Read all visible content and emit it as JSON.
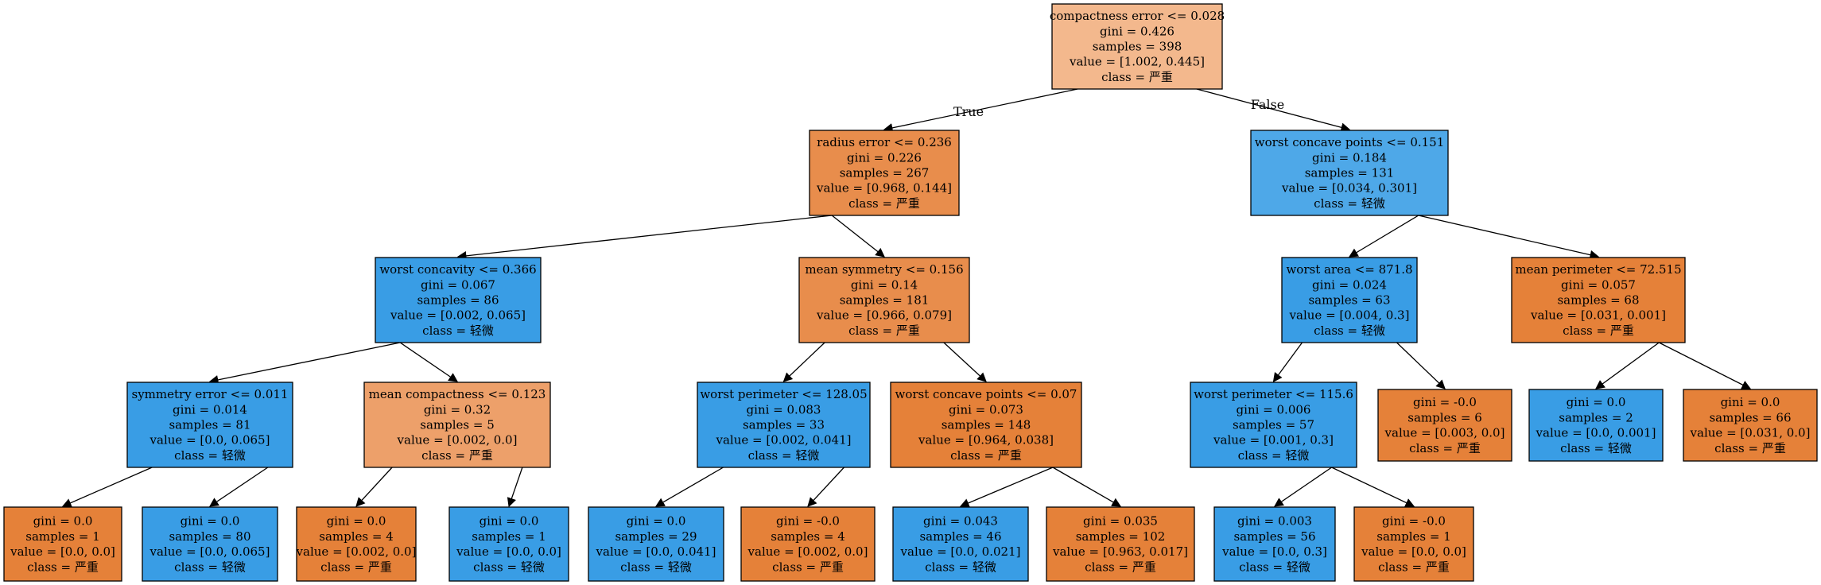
{
  "colors": {
    "orange_strong": "#e58139",
    "orange_mid": "#e88d4c",
    "orange_light": "#eda06a",
    "orange_pale": "#f3b88d",
    "blue_strong": "#399de5",
    "blue_mid": "#4ea8e8",
    "border": "#000000"
  },
  "edge_labels": {
    "true_label": "True",
    "false_label": "False"
  },
  "nodes": [
    {
      "id": "n0",
      "color": "orange_pale",
      "lines": [
        "compactness error <= 0.028",
        "gini = 0.426",
        "samples = 398",
        "value = [1.002, 0.445]",
        "class = 严重"
      ]
    },
    {
      "id": "n1",
      "color": "orange_mid",
      "lines": [
        "radius error <= 0.236",
        "gini = 0.226",
        "samples = 267",
        "value = [0.968, 0.144]",
        "class = 严重"
      ]
    },
    {
      "id": "n2",
      "color": "blue_mid",
      "lines": [
        "worst concave points <= 0.151",
        "gini = 0.184",
        "samples = 131",
        "value = [0.034, 0.301]",
        "class = 轻微"
      ]
    },
    {
      "id": "n3",
      "color": "blue_strong",
      "lines": [
        "worst concavity <= 0.366",
        "gini = 0.067",
        "samples = 86",
        "value = [0.002, 0.065]",
        "class = 轻微"
      ]
    },
    {
      "id": "n4",
      "color": "orange_mid",
      "lines": [
        "mean symmetry <= 0.156",
        "gini = 0.14",
        "samples = 181",
        "value = [0.966, 0.079]",
        "class = 严重"
      ]
    },
    {
      "id": "n5",
      "color": "blue_strong",
      "lines": [
        "worst area <= 871.8",
        "gini = 0.024",
        "samples = 63",
        "value = [0.004, 0.3]",
        "class = 轻微"
      ]
    },
    {
      "id": "n6",
      "color": "orange_strong",
      "lines": [
        "mean perimeter <= 72.515",
        "gini = 0.057",
        "samples = 68",
        "value = [0.031, 0.001]",
        "class = 严重"
      ]
    },
    {
      "id": "n7",
      "color": "blue_strong",
      "lines": [
        "symmetry error <= 0.011",
        "gini = 0.014",
        "samples = 81",
        "value = [0.0, 0.065]",
        "class = 轻微"
      ]
    },
    {
      "id": "n8",
      "color": "orange_light",
      "lines": [
        "mean compactness <= 0.123",
        "gini = 0.32",
        "samples = 5",
        "value = [0.002, 0.0]",
        "class = 严重"
      ]
    },
    {
      "id": "n9",
      "color": "blue_strong",
      "lines": [
        "worst perimeter <= 128.05",
        "gini = 0.083",
        "samples = 33",
        "value = [0.002, 0.041]",
        "class = 轻微"
      ]
    },
    {
      "id": "n10",
      "color": "orange_strong",
      "lines": [
        "worst concave points <= 0.07",
        "gini = 0.073",
        "samples = 148",
        "value = [0.964, 0.038]",
        "class = 严重"
      ]
    },
    {
      "id": "n11",
      "color": "blue_strong",
      "lines": [
        "worst perimeter <= 115.6",
        "gini = 0.006",
        "samples = 57",
        "value = [0.001, 0.3]",
        "class = 轻微"
      ]
    },
    {
      "id": "n12",
      "color": "orange_strong",
      "lines": [
        "gini = -0.0",
        "samples = 6",
        "value = [0.003, 0.0]",
        "class = 严重"
      ]
    },
    {
      "id": "n13",
      "color": "blue_strong",
      "lines": [
        "gini = 0.0",
        "samples = 2",
        "value = [0.0, 0.001]",
        "class = 轻微"
      ]
    },
    {
      "id": "n14",
      "color": "orange_strong",
      "lines": [
        "gini = 0.0",
        "samples = 66",
        "value = [0.031, 0.0]",
        "class = 严重"
      ]
    },
    {
      "id": "n15",
      "color": "orange_strong",
      "lines": [
        "gini = 0.0",
        "samples = 1",
        "value = [0.0, 0.0]",
        "class = 严重"
      ]
    },
    {
      "id": "n16",
      "color": "blue_strong",
      "lines": [
        "gini = 0.0",
        "samples = 80",
        "value = [0.0, 0.065]",
        "class = 轻微"
      ]
    },
    {
      "id": "n17",
      "color": "orange_strong",
      "lines": [
        "gini = 0.0",
        "samples = 4",
        "value = [0.002, 0.0]",
        "class = 严重"
      ]
    },
    {
      "id": "n18",
      "color": "blue_strong",
      "lines": [
        "gini = 0.0",
        "samples = 1",
        "value = [0.0, 0.0]",
        "class = 轻微"
      ]
    },
    {
      "id": "n19",
      "color": "blue_strong",
      "lines": [
        "gini = 0.0",
        "samples = 29",
        "value = [0.0, 0.041]",
        "class = 轻微"
      ]
    },
    {
      "id": "n20",
      "color": "orange_strong",
      "lines": [
        "gini = -0.0",
        "samples = 4",
        "value = [0.002, 0.0]",
        "class = 严重"
      ]
    },
    {
      "id": "n21",
      "color": "blue_strong",
      "lines": [
        "gini = 0.043",
        "samples = 46",
        "value = [0.0, 0.021]",
        "class = 轻微"
      ]
    },
    {
      "id": "n22",
      "color": "orange_strong",
      "lines": [
        "gini = 0.035",
        "samples = 102",
        "value = [0.963, 0.017]",
        "class = 严重"
      ]
    },
    {
      "id": "n23",
      "color": "blue_strong",
      "lines": [
        "gini = 0.003",
        "samples = 56",
        "value = [0.0, 0.3]",
        "class = 轻微"
      ]
    },
    {
      "id": "n24",
      "color": "orange_strong",
      "lines": [
        "gini = -0.0",
        "samples = 1",
        "value = [0.0, 0.0]",
        "class = 严重"
      ]
    }
  ],
  "edges": [
    {
      "from": "n0",
      "to": "n1",
      "label": "true_label"
    },
    {
      "from": "n0",
      "to": "n2",
      "label": "false_label"
    },
    {
      "from": "n1",
      "to": "n3"
    },
    {
      "from": "n1",
      "to": "n4"
    },
    {
      "from": "n2",
      "to": "n5"
    },
    {
      "from": "n2",
      "to": "n6"
    },
    {
      "from": "n3",
      "to": "n7"
    },
    {
      "from": "n3",
      "to": "n8"
    },
    {
      "from": "n4",
      "to": "n9"
    },
    {
      "from": "n4",
      "to": "n10"
    },
    {
      "from": "n5",
      "to": "n11"
    },
    {
      "from": "n5",
      "to": "n12"
    },
    {
      "from": "n6",
      "to": "n13"
    },
    {
      "from": "n6",
      "to": "n14"
    },
    {
      "from": "n7",
      "to": "n15"
    },
    {
      "from": "n7",
      "to": "n16"
    },
    {
      "from": "n8",
      "to": "n17"
    },
    {
      "from": "n8",
      "to": "n18"
    },
    {
      "from": "n9",
      "to": "n19"
    },
    {
      "from": "n9",
      "to": "n20"
    },
    {
      "from": "n10",
      "to": "n21"
    },
    {
      "from": "n10",
      "to": "n22"
    },
    {
      "from": "n11",
      "to": "n23"
    },
    {
      "from": "n11",
      "to": "n24"
    }
  ]
}
